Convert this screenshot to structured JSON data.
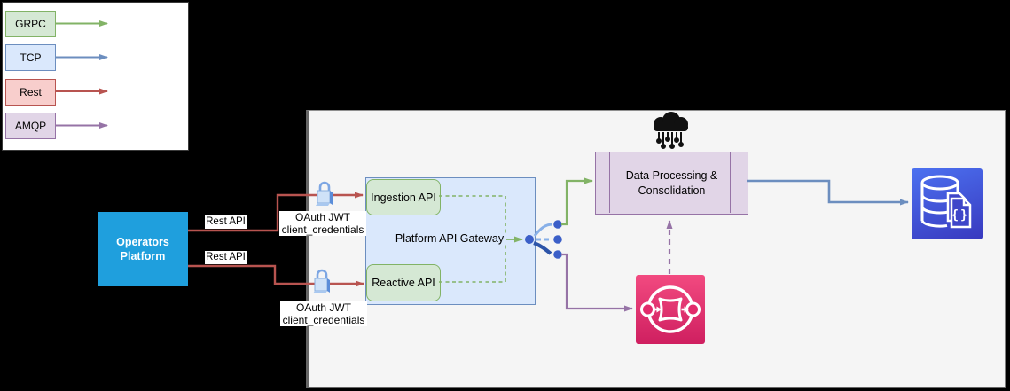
{
  "diagram": {
    "background": "#000000",
    "panel_bg": "#f5f5f5"
  },
  "legend": {
    "items": [
      {
        "label": "GRPC",
        "fill": "#d5e8d4",
        "stroke": "#82b366"
      },
      {
        "label": "TCP",
        "fill": "#dae8fc",
        "stroke": "#6c8ebf"
      },
      {
        "label": "Rest",
        "fill": "#f8cecc",
        "stroke": "#b85450"
      },
      {
        "label": "AMQP",
        "fill": "#e1d5e7",
        "stroke": "#9673a6"
      }
    ]
  },
  "nodes": {
    "operators_platform": {
      "label": "Operators Platform",
      "fill": "#1f9fdd"
    },
    "gateway": {
      "title": "Platform API Gateway",
      "fill": "#dae8fc",
      "stroke": "#6c8ebf",
      "services": [
        {
          "label": "Ingestion API",
          "fill": "#d5e8d4",
          "stroke": "#82b366"
        },
        {
          "label": "Reactive API",
          "fill": "#d5e8d4",
          "stroke": "#82b366"
        }
      ]
    },
    "processing": {
      "label": "Data Processing & Consolidation",
      "fill": "#e1d5e7",
      "stroke": "#9673a6"
    },
    "event_bus_icon": {
      "name": "eventbridge-icon",
      "color_top": "#f24a80",
      "color_bottom": "#cf1f60"
    },
    "document_db_icon": {
      "name": "document-database-icon",
      "color_top": "#4c71f0",
      "color_bottom": "#3839bf",
      "glyph": "{}"
    },
    "cloud_icon": {
      "name": "cloud-computing-icon",
      "color": "#111111"
    },
    "branch_icon": {
      "name": "traffic-split-icon",
      "dot_color": "#3b5fc8",
      "light_curve": "#88b0e8",
      "dark_curve": "#2d54a8"
    }
  },
  "connections": {
    "rest_api_1": {
      "label": "Rest API"
    },
    "rest_api_2": {
      "label": "Rest API"
    },
    "auth_1": {
      "line1": "OAuth JWT",
      "line2": "client_credentials"
    },
    "auth_2": {
      "line1": "OAuth JWT",
      "line2": "client_credentials"
    },
    "colors": {
      "rest": "#b85450",
      "grpc": "#82b366",
      "tcp": "#6c8ebf",
      "amqp": "#9673a6"
    }
  }
}
